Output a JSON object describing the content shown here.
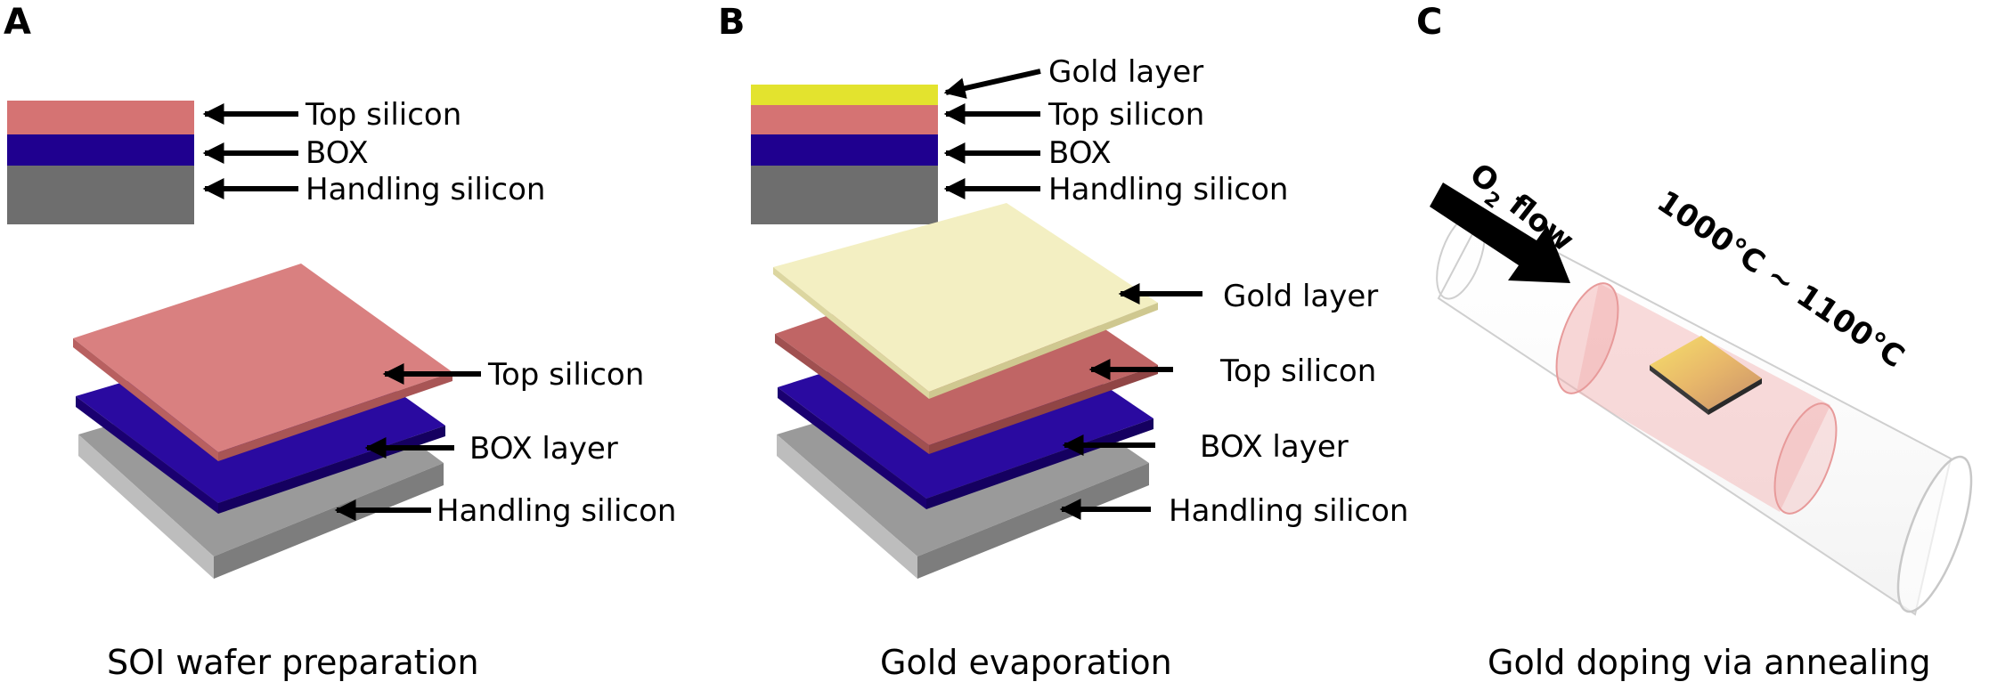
{
  "colors": {
    "gold_bar": "#e3e32e",
    "top_silicon": "#d57373",
    "box": "#1f008f",
    "handling_silicon": "#6e6e6e",
    "gold_plate": "#f3efc2",
    "tube_tint": "#f2b0b0"
  },
  "panel_a": {
    "letter": "A",
    "bar_labels": [
      "Top silicon",
      "BOX",
      "Handling silicon"
    ],
    "stack_labels": [
      "Top silicon",
      "BOX layer",
      "Handling silicon"
    ],
    "caption": "SOI wafer preparation"
  },
  "panel_b": {
    "letter": "B",
    "bar_labels": [
      "Gold layer",
      "Top silicon",
      "BOX",
      "Handling silicon"
    ],
    "stack_labels": [
      "Gold layer",
      "Top silicon",
      "BOX layer",
      "Handling silicon"
    ],
    "caption": "Gold evaporation"
  },
  "panel_c": {
    "letter": "C",
    "flow_label": "O",
    "flow_sub": "2",
    "flow_word": " flow",
    "temperature": "1000°C ~ 1100°C",
    "caption": "Gold doping via annealing"
  }
}
